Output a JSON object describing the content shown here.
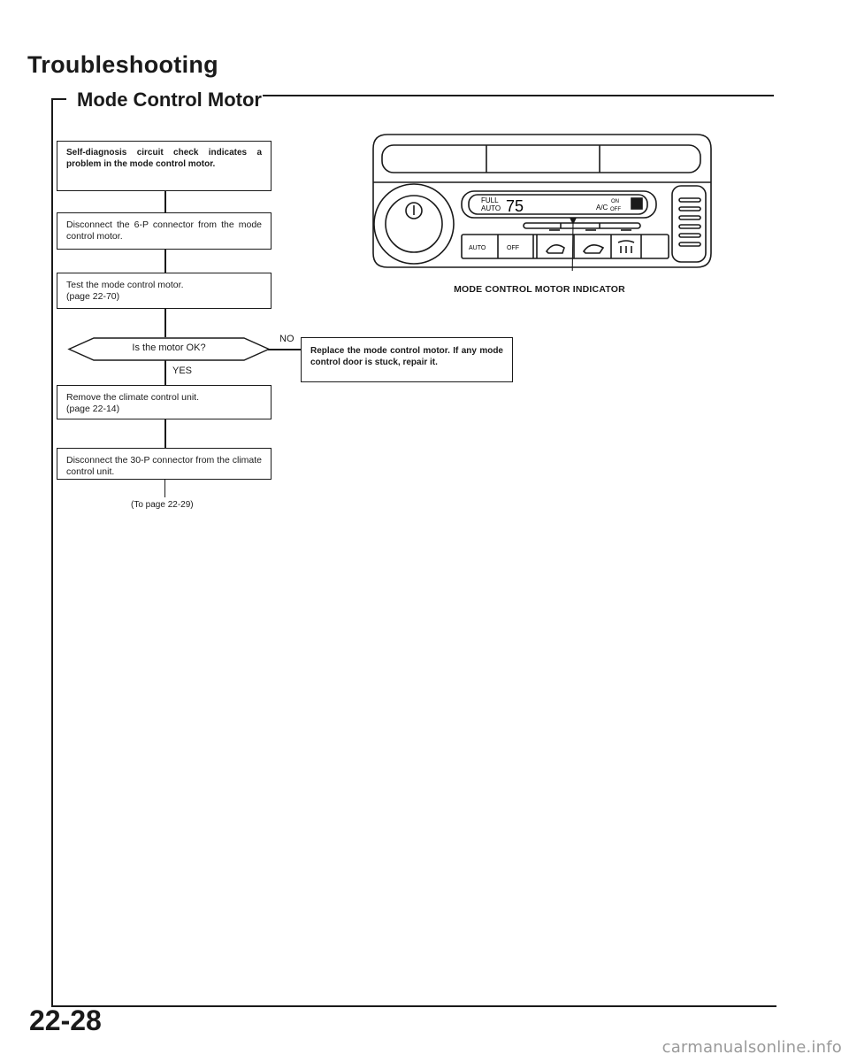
{
  "header": {
    "title": "Troubleshooting",
    "subtitle": "Mode Control Motor"
  },
  "flowchart": {
    "step1": "Self-diagnosis circuit check indicates a problem in the mode control motor.",
    "step2": "Disconnect the 6-P connector from the mode control motor.",
    "step3_line1": "Test the mode control motor.",
    "step3_line2": "(page 22-70)",
    "decision": "Is the motor OK?",
    "no_label": "NO",
    "yes_label": "YES",
    "no_action": "Replace the mode control motor. If any mode control door is stuck, repair it.",
    "step4_line1": "Remove the climate control unit.",
    "step4_line2": "(page 22-14)",
    "step5": "Disconnect the 30-P connector from the climate control unit.",
    "continue_ref": "(To page 22-29)"
  },
  "illustration": {
    "caption": "MODE CONTROL MOTOR INDICATOR",
    "display_full": "FULL",
    "display_auto": "AUTO",
    "display_temp": "75",
    "display_ac": "A/C",
    "display_on": "ON",
    "display_off": "OFF",
    "btn_auto": "AUTO",
    "btn_off": "OFF"
  },
  "footer": {
    "page_number": "22-28",
    "watermark": "carmanualsonline.info"
  }
}
